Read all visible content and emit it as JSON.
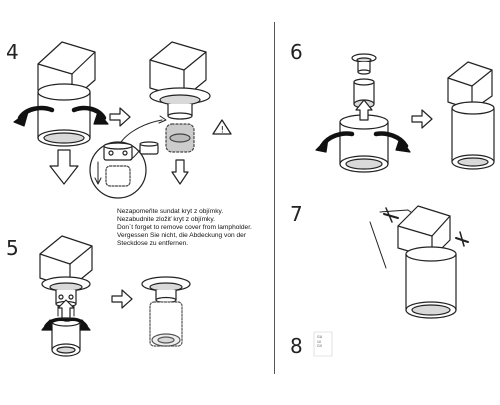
{
  "steps": [
    "4",
    "5",
    "6",
    "7",
    "8"
  ],
  "note_lines": [
    "Nezapomeňte sundat kryt z objímky.",
    "Nezabudnite zložiť kryt z objímky.",
    "Don´t forget to remove cover from lampholder.",
    "Vergessen Sie nicht, die Abdeckung von  der",
    "Steckdose zu entfernen."
  ],
  "step8_label_lines": [
    "GU",
    "10",
    "",
    "GX"
  ],
  "warning_symbol": "!",
  "icons": {
    "rotate": "rotate-arrow-icon",
    "direction": "direction-arrow-icon",
    "warning": "warning-triangle-icon"
  },
  "colors": {
    "line": "#222222",
    "shade": "#d9d9d9",
    "divider": "#555555"
  }
}
